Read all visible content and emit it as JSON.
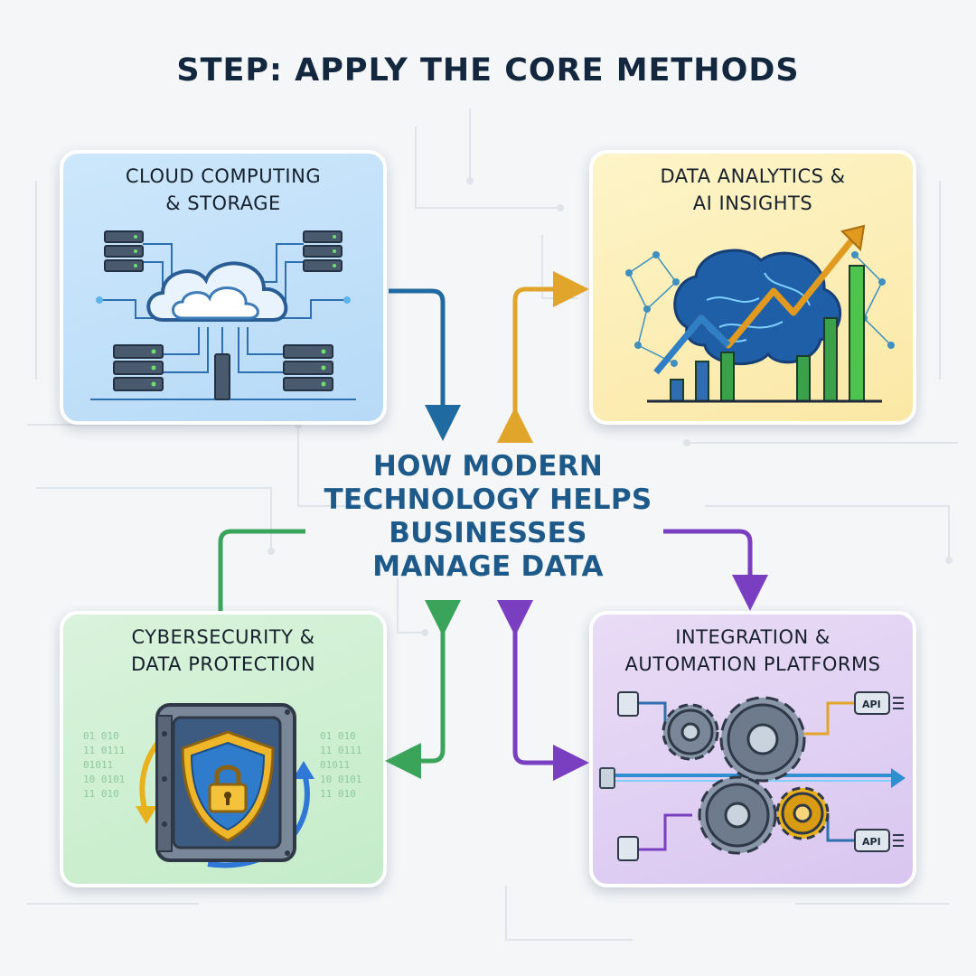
{
  "title": "STEP: APPLY THE CORE METHODS",
  "center": {
    "lines": [
      "HOW MODERN",
      "TECHNOLOGY HELPS",
      "BUSINESSES",
      "MANAGE DATA"
    ]
  },
  "cards": {
    "cloud": {
      "line1": "CLOUD COMPUTING",
      "line2": "& STORAGE",
      "icon": "cloud-server-icon"
    },
    "analytics": {
      "line1": "DATA ANALYTICS &",
      "line2": "AI INSIGHTS",
      "icon": "brain-chart-icon"
    },
    "security": {
      "line1": "CYBERSECURITY &",
      "line2": "DATA PROTECTION",
      "icon": "shield-lock-icon"
    },
    "integration": {
      "line1": "INTEGRATION &",
      "line2": "AUTOMATION PLATFORMS",
      "icon": "gears-api-icon"
    }
  },
  "illustration_text": {
    "binary_rows": [
      "01 010",
      "11 0111",
      "01011",
      "10 0101",
      "11 010"
    ],
    "api_label": "API"
  },
  "colors": {
    "cloud": "#1f6aa0",
    "analytics": "#e0a52a",
    "security": "#3aa55a",
    "integration": "#7a3fc0"
  }
}
